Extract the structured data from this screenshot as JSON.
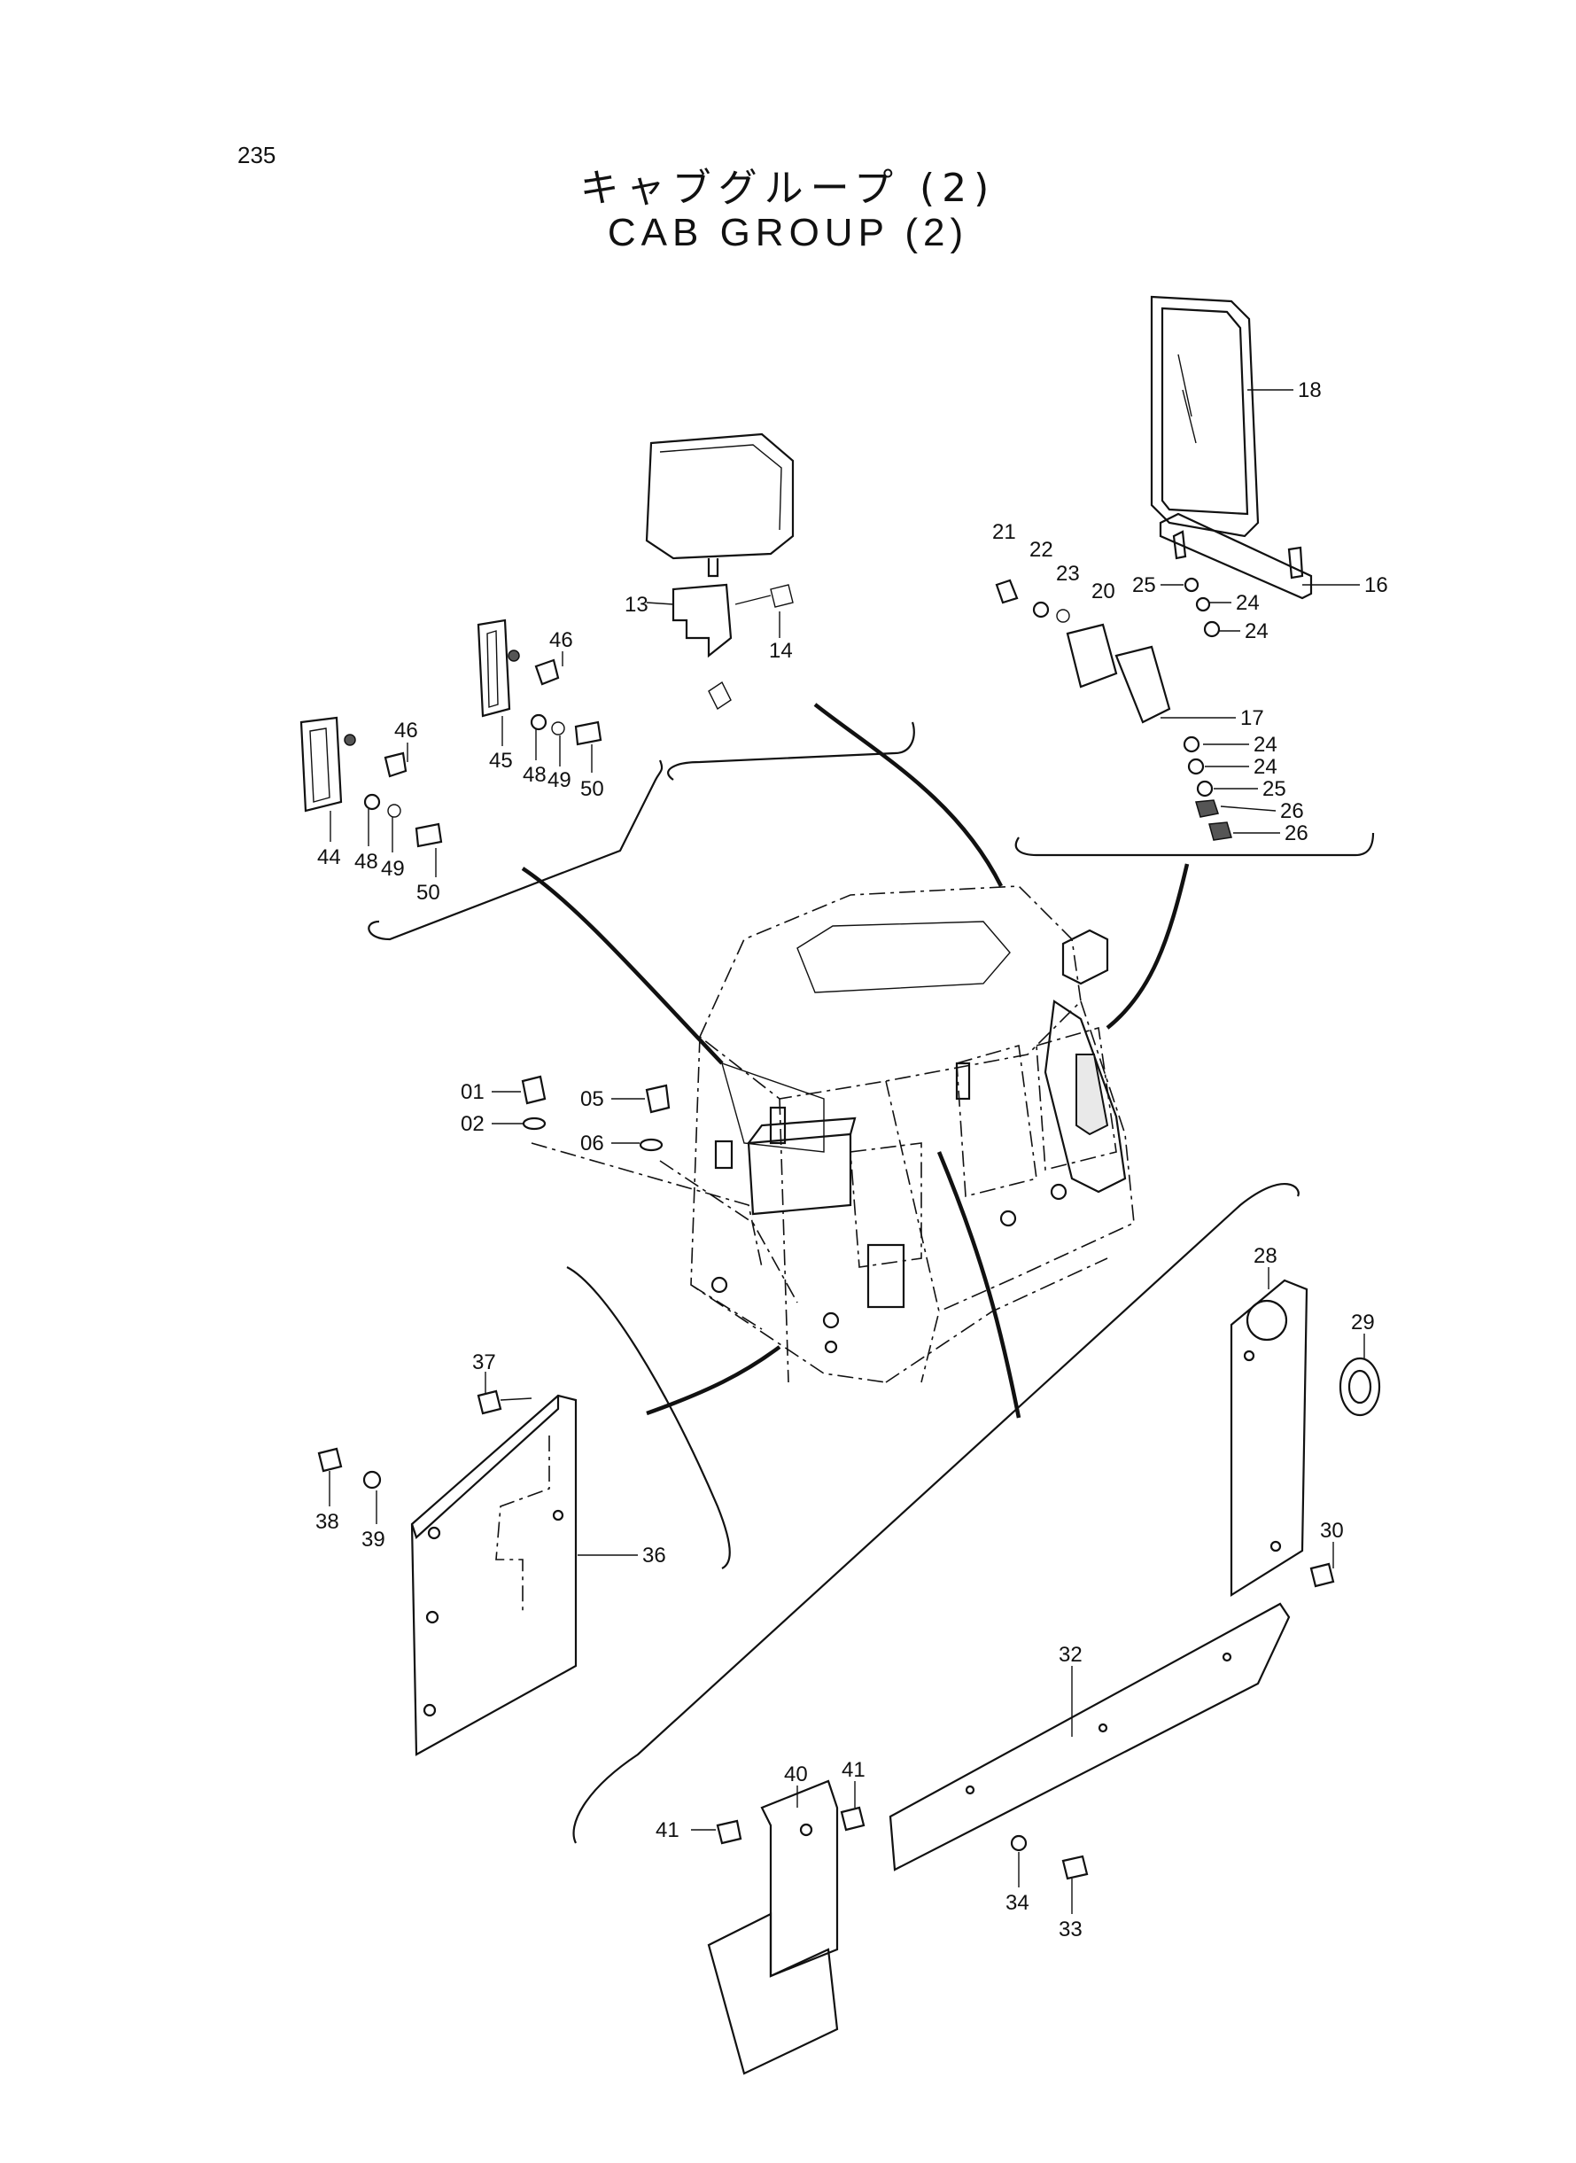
{
  "page_number": "235",
  "title_jp": "キャブグループ (2)",
  "title_en": "CAB GROUP (2)",
  "callouts": {
    "c01": "01",
    "c02": "02",
    "c05": "05",
    "c06": "06",
    "c13": "13",
    "c14": "14",
    "c16": "16",
    "c17": "17",
    "c18": "18",
    "c20": "20",
    "c21": "21",
    "c22": "22",
    "c23": "23",
    "c24a": "24",
    "c24b": "24",
    "c24c": "24",
    "c24d": "24",
    "c25a": "25",
    "c25b": "25",
    "c26a": "26",
    "c26b": "26",
    "c28": "28",
    "c29": "29",
    "c30": "30",
    "c32": "32",
    "c33": "33",
    "c34": "34",
    "c36": "36",
    "c37": "37",
    "c38": "38",
    "c39": "39",
    "c40": "40",
    "c41a": "41",
    "c41b": "41",
    "c44": "44",
    "c45": "45",
    "c46a": "46",
    "c46b": "46",
    "c48a": "48",
    "c48b": "48",
    "c49a": "49",
    "c49b": "49",
    "c50a": "50",
    "c50b": "50"
  }
}
